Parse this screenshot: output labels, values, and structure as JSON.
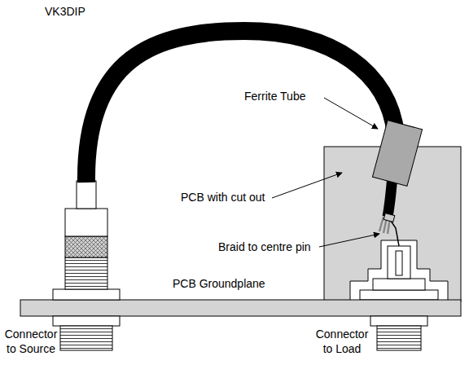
{
  "diagram": {
    "title": "VK3DIP",
    "labels": [
      "Ferrite Tube",
      "PCB with cut out",
      "Braid to centre pin",
      "PCB Groundplane",
      "Connector to Source",
      "Connector to Load"
    ]
  }
}
